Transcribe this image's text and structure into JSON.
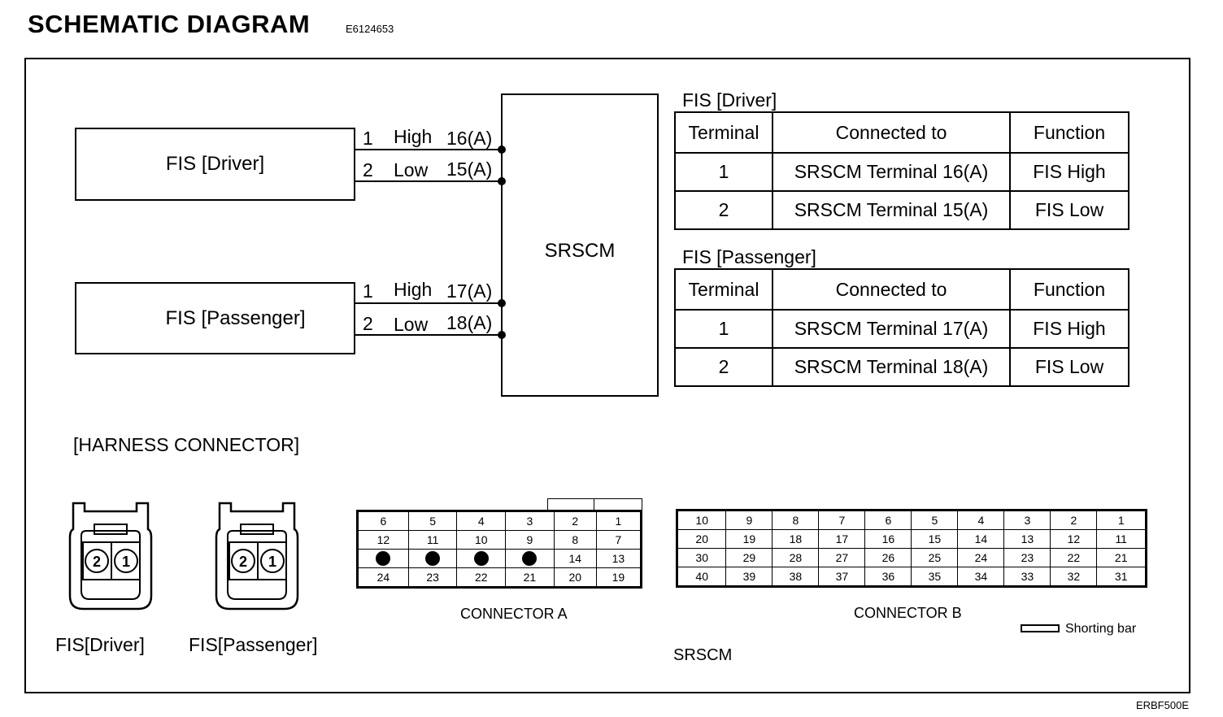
{
  "header": {
    "title": "SCHEMATIC  DIAGRAM",
    "code": "E6124653"
  },
  "footer_code": "ERBF500E",
  "schematic": {
    "srscm_label": "SRSCM",
    "driver_box": "FIS [Driver]",
    "passenger_box": "FIS [Passenger]",
    "driver_wires": [
      {
        "pin": "1",
        "name": "High",
        "terminal": "16(A)"
      },
      {
        "pin": "2",
        "name": "Low",
        "terminal": "15(A)"
      }
    ],
    "passenger_wires": [
      {
        "pin": "1",
        "name": "High",
        "terminal": "17(A)"
      },
      {
        "pin": "2",
        "name": "Low",
        "terminal": "18(A)"
      }
    ]
  },
  "tables": {
    "driver": {
      "title": "FIS [Driver]",
      "headers": [
        "Terminal",
        "Connected to",
        "Function"
      ],
      "rows": [
        [
          "1",
          "SRSCM Terminal 16(A)",
          "FIS High"
        ],
        [
          "2",
          "SRSCM Terminal 15(A)",
          "FIS Low"
        ]
      ]
    },
    "passenger": {
      "title": "FIS [Passenger]",
      "headers": [
        "Terminal",
        "Connected to",
        "Function"
      ],
      "rows": [
        [
          "1",
          "SRSCM Terminal 17(A)",
          "FIS High"
        ],
        [
          "2",
          "SRSCM Terminal 18(A)",
          "FIS Low"
        ]
      ]
    }
  },
  "harness": {
    "title": "[HARNESS CONNECTOR]",
    "fis_driver_label": "FIS[Driver]",
    "fis_passenger_label": "FIS[Passenger]",
    "plug_pins": [
      "2",
      "1"
    ],
    "connector_a": {
      "label": "CONNECTOR A",
      "rows": [
        [
          "6",
          "5",
          "4",
          "3",
          "2",
          "1"
        ],
        [
          "12",
          "11",
          "10",
          "9",
          "8",
          "7"
        ],
        [
          "",
          "",
          "",
          "",
          "14",
          "13"
        ],
        [
          "24",
          "23",
          "22",
          "21",
          "20",
          "19"
        ]
      ]
    },
    "connector_b": {
      "label": "CONNECTOR B",
      "rows": [
        [
          "10",
          "9",
          "8",
          "7",
          "6",
          "5",
          "4",
          "3",
          "2",
          "1"
        ],
        [
          "20",
          "19",
          "18",
          "17",
          "16",
          "15",
          "14",
          "13",
          "12",
          "11"
        ],
        [
          "30",
          "29",
          "28",
          "27",
          "26",
          "25",
          "24",
          "23",
          "22",
          "21"
        ],
        [
          "40",
          "39",
          "38",
          "37",
          "36",
          "35",
          "34",
          "33",
          "32",
          "31"
        ]
      ]
    },
    "shorting_bar_label": "Shorting bar",
    "srscm_label": "SRSCM"
  }
}
